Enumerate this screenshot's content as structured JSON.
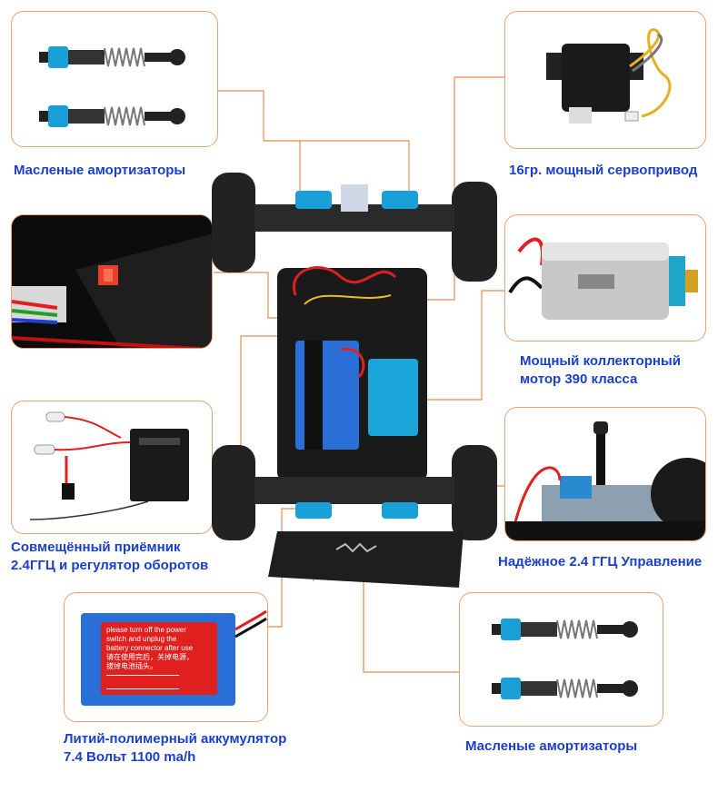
{
  "captions": {
    "shocks_top": "Масленые амортизаторы",
    "servo": "16гр. мощный сервопривод",
    "motor": "Мощный коллекторный\nмотор 390 класса",
    "receiver": "Совмещённый приёмник\n 2.4ГГЦ и регулятор оборотов",
    "control": "Надёжное 2.4 ГГЦ Управление",
    "battery": "Литий-полимерный аккумулятор\n7.4 Вольт 1100 ma/h",
    "shocks_bottom": "Масленые амортизаторы"
  },
  "battery_label": {
    "line1": "please turn off the power",
    "line2": "switch and unplug the",
    "line3": "battery connector after use",
    "line4": "请在使用完后，关掉电源，",
    "line5": "拔掉电池插头。"
  },
  "colors": {
    "caption": "#1a3fd0",
    "panel_border": "#f0a070",
    "connector": "#e88a50",
    "shock_blue": "#1aa0d8",
    "battery_blue": "#2a6fd8",
    "battery_red": "#e0201e"
  }
}
